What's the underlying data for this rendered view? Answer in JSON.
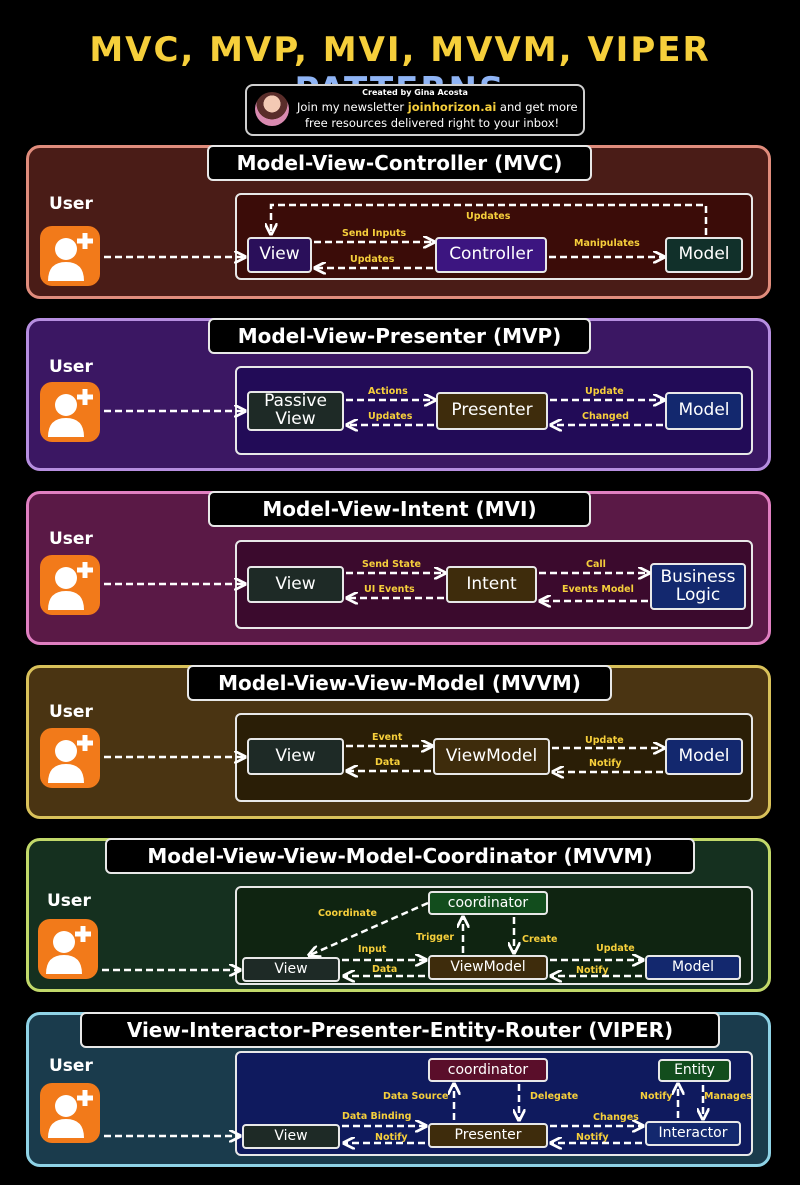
{
  "header": {
    "title_part1": "MVC, MVP, MVI, MVVM, VIPER",
    "title_part2": "PATTERNS",
    "credit_by": "Created by Gina Acosta",
    "credit_line1_a": "Join my newsletter ",
    "credit_line1_link": "joinhorizon.ai",
    "credit_line1_b": " and get more",
    "credit_line2": "free resources delivered right to your inbox!"
  },
  "user_label": "User",
  "mvc": {
    "title": "Model-View-Controller (MVC)",
    "view": "View",
    "controller": "Controller",
    "model": "Model",
    "send_inputs": "Send Inputs",
    "updates": "Updates",
    "manipulates": "Manipulates",
    "updates_top": "Updates"
  },
  "mvp": {
    "title": "Model-View-Presenter (MVP)",
    "view_line1": "Passive",
    "view_line2": "View",
    "presenter": "Presenter",
    "model": "Model",
    "actions": "Actions",
    "updates": "Updates",
    "update": "Update",
    "changed": "Changed"
  },
  "mvi": {
    "title": "Model-View-Intent (MVI)",
    "view": "View",
    "intent": "Intent",
    "logic_line1": "Business",
    "logic_line2": "Logic",
    "send_state": "Send State",
    "ui_events": "UI Events",
    "call": "Call",
    "events_model": "Events Model"
  },
  "mvvm": {
    "title": "Model-View-View-Model (MVVM)",
    "view": "View",
    "viewmodel": "ViewModel",
    "model": "Model",
    "event": "Event",
    "data": "Data",
    "update": "Update",
    "notify": "Notify"
  },
  "mvvmc": {
    "title": "Model-View-View-Model-Coordinator (MVVM)",
    "view": "View",
    "viewmodel": "ViewModel",
    "model": "Model",
    "coordinator": "coordinator",
    "coordinate": "Coordinate",
    "trigger": "Trigger",
    "create": "Create",
    "input": "Input",
    "data": "Data",
    "update": "Update",
    "notify": "Notify"
  },
  "viper": {
    "title": "View-Interactor-Presenter-Entity-Router (VIPER)",
    "view": "View",
    "presenter": "Presenter",
    "interactor": "Interactor",
    "entity": "Entity",
    "coordinator": "coordinator",
    "data_source": "Data Source",
    "delegate": "Delegate",
    "data_binding": "Data Binding",
    "notify_left": "Notify",
    "changes": "Changes",
    "notify_right": "Notify",
    "notify_up": "Notify",
    "manages": "Manages"
  },
  "colors": {
    "title_yellow": "#f6cf3b",
    "title_blue": "#8fb4f5",
    "label_yellow": "#f6cf3b",
    "mvc_panel": "#4a1c17",
    "mvc_border": "#e08c7c",
    "mvp_panel": "#3b1763",
    "mvp_border": "#b68ee0",
    "mvi_panel": "#5a1946",
    "mvi_border": "#e07fc1",
    "mvvm_panel": "#4a3412",
    "mvvm_border": "#d9c15a",
    "mvvmc_panel": "#15301f",
    "mvvmc_border": "#c2d96a",
    "viper_panel": "#1a3b4c",
    "viper_border": "#8fd3e6"
  }
}
